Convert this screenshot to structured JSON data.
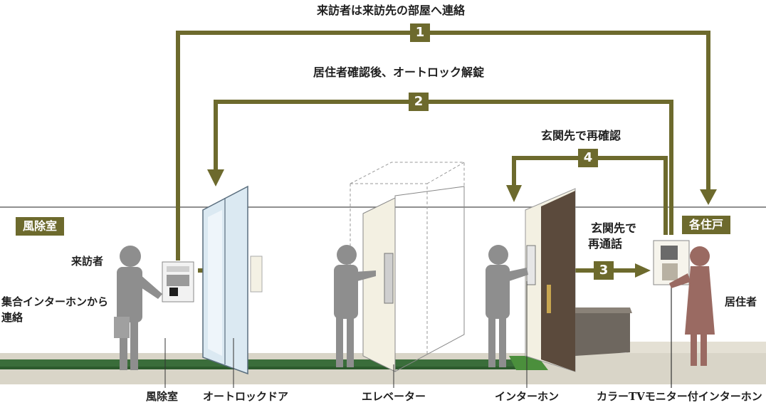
{
  "flow": {
    "step1_caption": "来訪者は来訪先の部屋へ連絡",
    "step2_caption": "居住者確認後、オートロック解錠",
    "step3_caption_line1": "玄関先で",
    "step3_caption_line2": "再通話",
    "step4_caption": "玄関先で再確認",
    "step_numbers": [
      "1",
      "2",
      "3",
      "4"
    ]
  },
  "zones": {
    "lobby": "風除室",
    "unit": "各住戸"
  },
  "people": {
    "visitor": "来訪者",
    "visitor_action_line1": "集合インターホンから",
    "visitor_action_line2": "連絡",
    "resident": "居住者"
  },
  "bottom_labels": {
    "lobby": "風除室",
    "autolock_door": "オートロックドア",
    "elevator": "エレベーター",
    "intercom": "インターホン",
    "color_tv_intercom": "カラーTVモニター付インターホン"
  },
  "colors": {
    "accent": "#6d6a2d",
    "floor_band": "#3a6d3a",
    "figure": "#8e8e8e",
    "resident_figure": "#9a6a62",
    "door_wood": "#5b4a3c"
  }
}
